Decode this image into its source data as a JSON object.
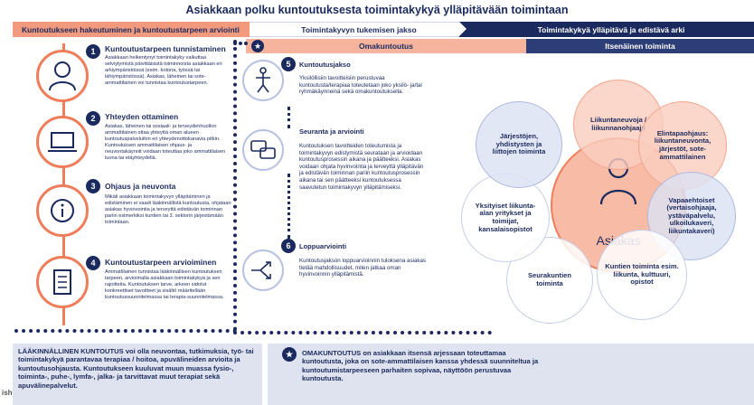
{
  "title": "Asiakkaan polku kuntoutuksesta toimintakykyä ylläpitävään toimintaan",
  "bands": {
    "band1": "Kuntoutukseen hakeutuminen ja kuntoutustarpeen arviointi",
    "band2": "Toimintakyvyn tukemisen jakso",
    "band3": "Toimintakykyä ylläpitävä ja edistävä arki"
  },
  "subbands": {
    "omakuntoutus": "Omakuntoutus",
    "itsenainen": "Itsenäinen toiminta"
  },
  "steps": [
    {
      "number": "1",
      "title": "Kuntoutustarpeen tunnistaminen",
      "icon": "person-icon",
      "body": "Asiakkaan heikentynyt toimintakyky vaikuttaa selviytymistä päivittäisistä toiminnoista asiakkaan eri arkiympäristöissä (esim. kotona, työssä tai lähiympäristössä). Asiakas, läheinen tai sote-ammattilainen voi tunnistaa kuntoutustarpeen."
    },
    {
      "number": "2",
      "title": "Yhteyden ottaminen",
      "icon": "laptop-icon",
      "body": "Asiakas, läheinen tai sosiaali- ja terveydenhuollon ammattilainen ottaa yhteyttä oman alueen kuntoutuspalveluihin eri yhteydenottokanavia pitkin. Kuntoutuksen ammattilaisen ohjaus- ja neuvontakäynnit voidaan toteuttaa joko ammattilaisen luona tai etäyhteydellä."
    },
    {
      "number": "3",
      "title": "Ohjaus ja neuvonta",
      "icon": "info-icon",
      "body": "Mikäli asiakkaan toimintakyvyn ylläpitäminen ja edistäminen ei vaadi lääkinnällistä kuntoutusta, ohjataan asiakas hyvinvointia ja terveyttä edistävän toiminnan pariin esimerkiksi kuntien tai 3. sektorin järjestämään toimintaan."
    },
    {
      "number": "4",
      "title": "Kuntoutustarpeen arvioiminen",
      "icon": "checklist-icon",
      "body": "Ammattilainen tunnistaa lääkinnällisen kuntoutuksen tarpeen, arvioimalla asiakkaan toimintakykyä ja sen rajoitteita. Kuntoutuksen tarve, arkeen sidotut konkreettiset tavoitteet ja sisältö määritellään kuntoutussuunnitelmassa tai terapia-suunnitelmassa."
    }
  ],
  "mid": [
    {
      "number": "5",
      "title": "Kuntoutusjakso",
      "icon": "exercise-icon",
      "body": "Yksilöllisiin tavoitteisiin perustuvaa kuntoutusta/terapiaa toteutetaan joko yksilö- ja/tai ryhmäkäynneinä sekä omakuntoutuksella."
    },
    {
      "number": "",
      "title": "Seuranta ja arviointi",
      "icon": "chat-icon",
      "body": "Kuntoutuksen tavoitteiden toteutumista ja toimintakyvyn edistymistä seurataan ja arvioidaan kuntoutusprosessin aikana ja päätteeksi. Asiakas voidaan ohjata hyvinvointia ja terveyttä ylläpitävän ja edistävän toiminnan pariin kuntoutusprosessin aikana tai sen päätteeksi kuntoutuksessa saavutetun toimintakyvyn ylläpitämiseksi."
    },
    {
      "number": "6",
      "title": "Loppuarviointi",
      "icon": "split-arrow-icon",
      "body": "Kuntoutusjakson loppuarvioinnin tuloksena asiakas tietää mahdollisuudet, miten jatkaa oman hyvinvoinnin ylläpitämistä."
    }
  ],
  "center_label": "Asiakas",
  "petals": [
    {
      "label": "Liikuntaneuvoja / liikunnanohjaaja"
    },
    {
      "label": "Elintapaohjaus: liikuntaneuvonta, järjestöt, sote-ammattilainen"
    },
    {
      "label": "Vapaaehtoiset (vertaisohjaaja, ystäväpalvelu, ulkoilukaveri, liikuntakaveri)"
    },
    {
      "label": "Kuntien toiminta esim. liikunta, kulttuuri, opistot"
    },
    {
      "label": "Seurakuntien toiminta"
    },
    {
      "label": "Yksityiset liikunta-alan yritykset ja toimijat, kansalaisopistot"
    },
    {
      "label": "Järjestöjen, yhdistysten ja liittojen toiminta"
    }
  ],
  "bottom": {
    "left": "LÄÄKINNÄLLINEN KUNTOUTUS voi olla neuvontaa, tutkimuksia, työ- tai toimintakykyä parantavaa terapiaa / hoitoa, apuvälineiden arvioita ja kuntoutusohjausta. Kuntoutukseen kuuluvat muun muassa fysio-, toiminta-, puhe-, lymfa-, jalka- ja tarvittavat muut terapiat sekä apuvälinepalvelut.",
    "right": "OMAKUNTOUTUS on asiakkaan itsensä arjessaan toteuttamaa kuntoutusta, joka on sote-ammattilaisen kanssa yhdessä suunniteltua ja kuntoutumistarpeeseen parhaiten sopivaa, näyttöön perustuvaa kuntoutusta."
  },
  "watermark": "ish",
  "colors": {
    "navy": "#1b2a5e",
    "orange": "#ef7d5a",
    "peach": "#f6b49f",
    "lightblue": "#dfe3ef"
  }
}
